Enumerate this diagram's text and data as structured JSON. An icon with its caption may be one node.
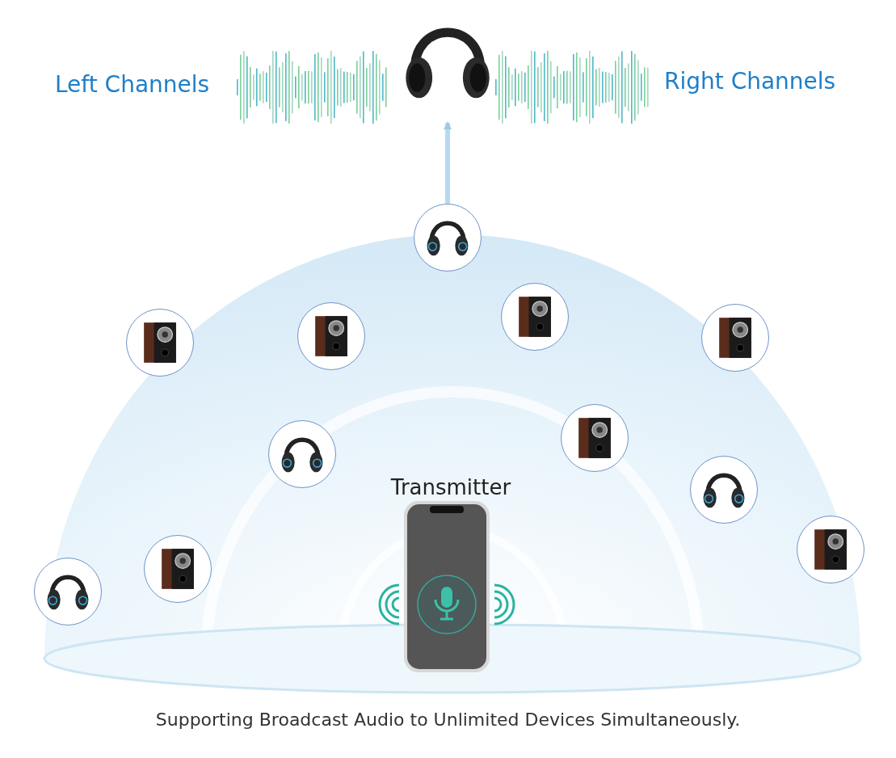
{
  "diagram": {
    "caption": "Supporting Broadcast Audio to Unlimited Devices Simultaneously.",
    "nodes": [
      {
        "text": [],
        "shape": "picture"
      },
      {
        "text": [],
        "shape": "picture"
      },
      {
        "text": [],
        "shape": "picture"
      },
      {
        "text": [],
        "shape": "picture"
      },
      {
        "text": [],
        "shape": "picture"
      },
      {
        "text": [],
        "shape": "picture"
      },
      {
        "text": [],
        "shape": "picture"
      },
      {
        "text": [],
        "shape": "picture"
      },
      {
        "text": [],
        "shape": "picture"
      },
      {
        "text": [],
        "shape": "picture"
      },
      {
        "text": [],
        "shape": "picture"
      },
      {
        "text": [],
        "shape": "picture"
      },
      {
        "text": [
          "Transmitter"
        ]
      }
    ],
    "edges": [
      {
        "from": 1,
        "to": 0,
        "arrow": "to"
      }
    ],
    "labels": [
      "Left Channels",
      "Right Channels"
    ]
  }
}
